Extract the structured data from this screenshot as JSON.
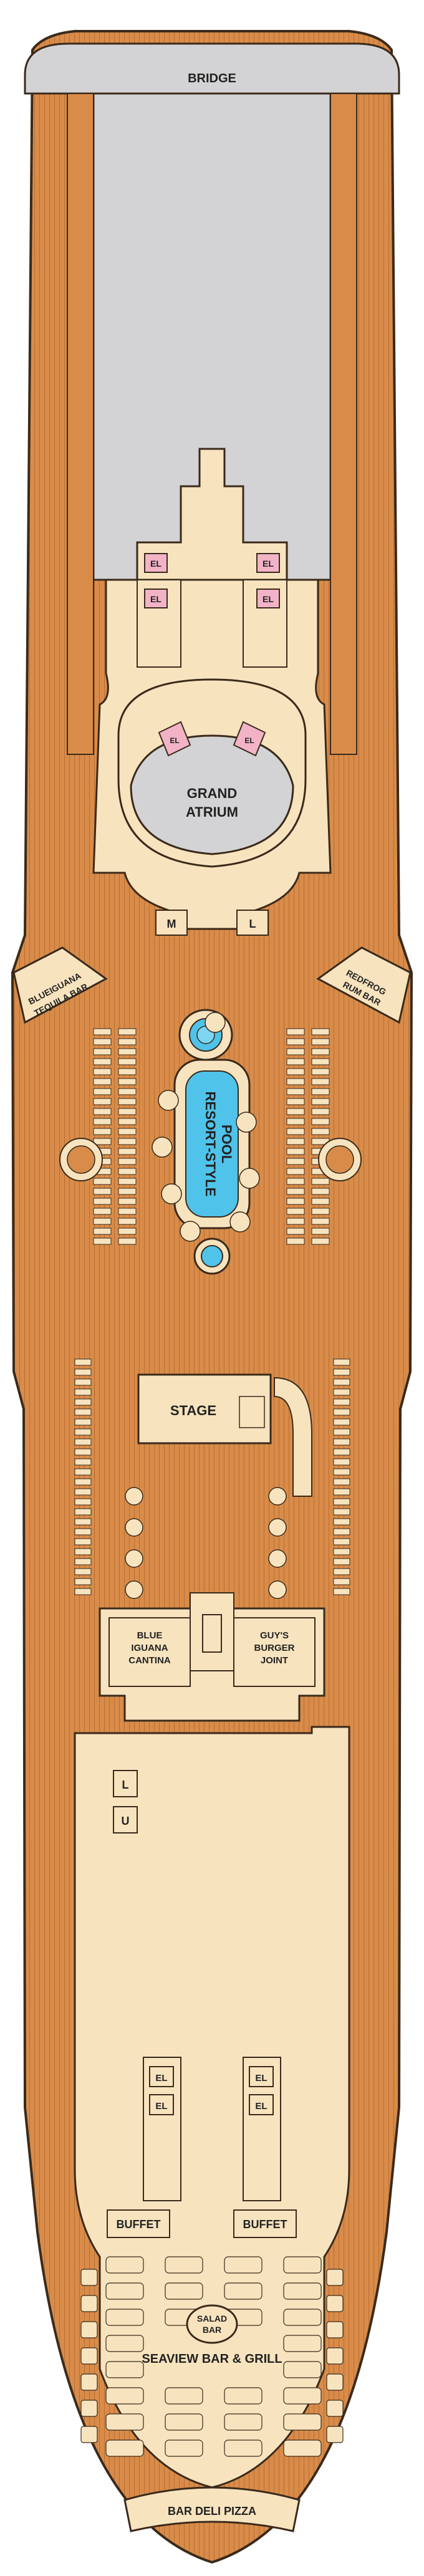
{
  "deck": {
    "bridge": "BRIDGE",
    "grand_atrium": [
      "GRAND",
      "ATRIUM"
    ],
    "elevator": "EL",
    "stair_m": "M",
    "stair_l": "L",
    "blueiguana_tequila_bar": [
      "BLUEIGUANA",
      "TEQUILA BAR"
    ],
    "redfrog_rum_bar": [
      "REDFROG",
      "RUM BAR"
    ],
    "pool": [
      "RESORT-STYLE",
      "POOL"
    ],
    "stage": "STAGE",
    "blue_iguana_cantina": [
      "BLUE",
      "IGUANA",
      "CANTINA"
    ],
    "guys_burger_joint": [
      "GUY'S",
      "BURGER",
      "JOINT"
    ],
    "restroom_l": "L",
    "restroom_u": "U",
    "buffet_left": "BUFFET",
    "buffet_right": "BUFFET",
    "salad_bar": [
      "SALAD",
      "BAR"
    ],
    "seaview_bar_grill": "SEAVIEW BAR & GRILL",
    "bar_deli_pizza": "BAR DELI PIZZA"
  },
  "colors": {
    "deck_wood": "#D98C4A",
    "interior": "#F7E3BE",
    "bridge_grey": "#D3D3D5",
    "pool_blue": "#4FC3EA",
    "elevator_pink": "#F2B3C7",
    "outline": "#3A2A1A"
  }
}
